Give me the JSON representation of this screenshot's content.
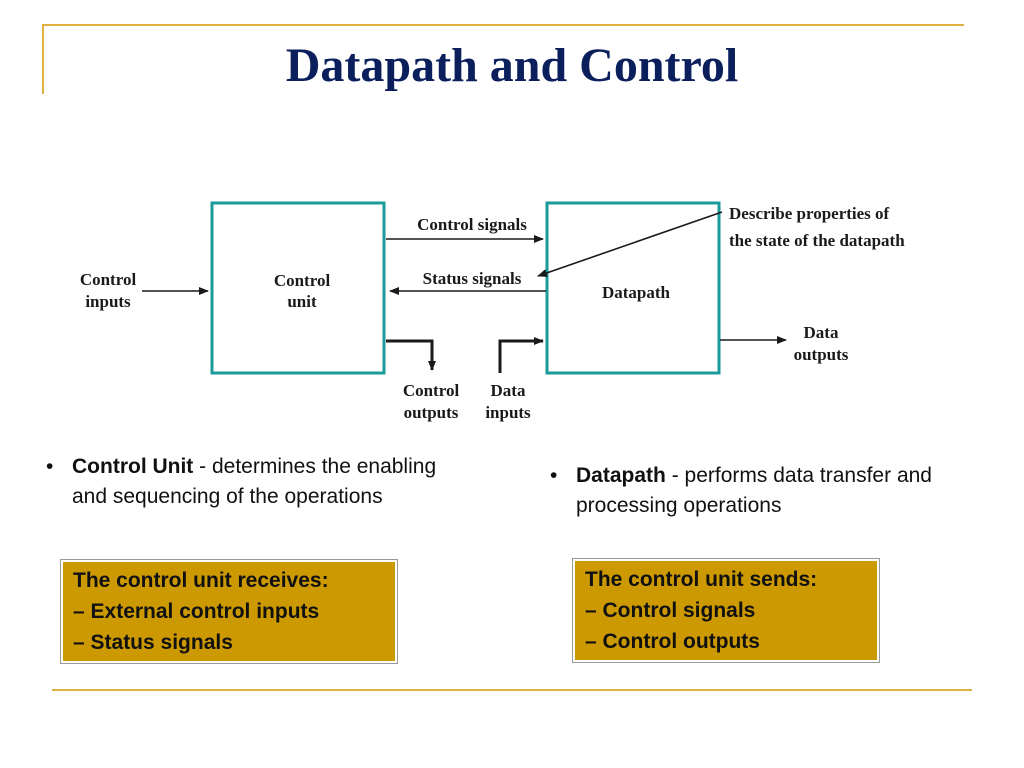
{
  "slide": {
    "title": "Datapath and Control",
    "accent_color": "#E0B040",
    "title_color": "#0B1F5C",
    "box_color": "#1A9A9A",
    "callout_color": "#CC9900"
  },
  "diagram": {
    "control_unit_label": [
      "Control",
      "unit"
    ],
    "datapath_label": "Datapath",
    "control_inputs_label": [
      "Control",
      "inputs"
    ],
    "control_signals_label": "Control signals",
    "status_signals_label": "Status signals",
    "describe_label": [
      "Describe properties of",
      "the state of the datapath"
    ],
    "data_outputs_label": [
      "Data",
      "outputs"
    ],
    "control_outputs_label": [
      "Control",
      "outputs"
    ],
    "data_inputs_label": [
      "Data",
      "inputs"
    ]
  },
  "bullets": {
    "left": {
      "term": "Control Unit",
      "text": " - determines the enabling and sequencing of the operations"
    },
    "right": {
      "term": "Datapath",
      "text": " - performs data transfer and processing operations"
    }
  },
  "callouts": {
    "left": [
      "The control unit receives:",
      "– External control inputs",
      "– Status signals"
    ],
    "right": [
      "The control unit sends:",
      "– Control signals",
      "– Control outputs"
    ]
  }
}
